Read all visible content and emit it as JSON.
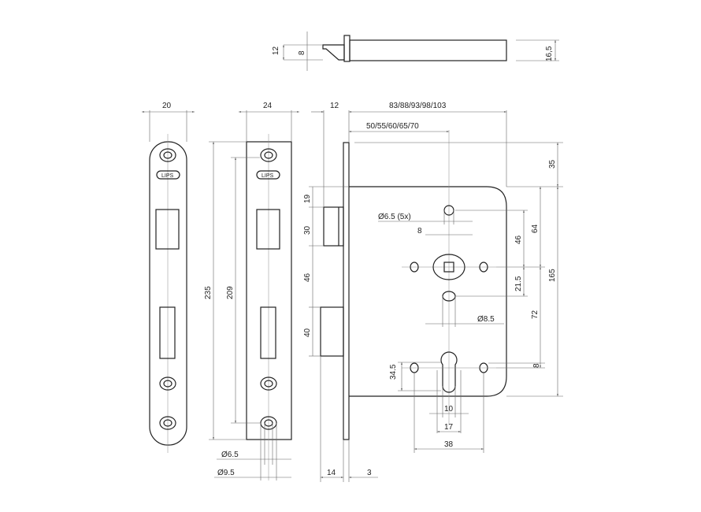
{
  "drawing": {
    "brand_logo": "LIPS",
    "bolt_view": {
      "d_12": "12",
      "d_8": "8",
      "d_16_5": "16,5"
    },
    "plates": {
      "w_20": "20",
      "w_24": "24",
      "h_235": "235",
      "h_209": "209",
      "hole_small": "Ø6.5",
      "hole_large": "Ø9.5"
    },
    "lock": {
      "d_12": "12",
      "backset_total": "83/88/93/98/103",
      "backset": "50/55/60/65/70",
      "d_35": "35",
      "d_19": "19",
      "d_30": "30",
      "d_46_left": "46",
      "d_40": "40",
      "holes": "Ø6.5 (5x)",
      "spindle": "8",
      "d_46_right": "46",
      "d_64": "64",
      "d_21_5": "21.5",
      "d_72": "72",
      "d_165": "165",
      "hole_8_5": "Ø8.5",
      "d_34_5": "34.5",
      "d_8_right": "8",
      "d_10": "10",
      "d_17": "17",
      "d_38": "38",
      "d_14": "14",
      "d_3": "3"
    }
  }
}
